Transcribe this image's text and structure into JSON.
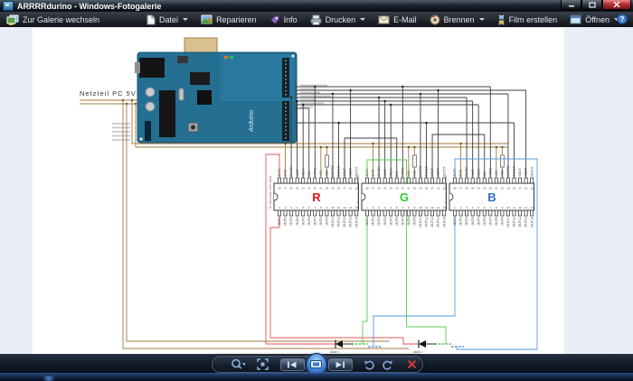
{
  "window": {
    "title": "ARRRRdurino - Windows-Fotogalerie"
  },
  "toolbar": {
    "items": [
      {
        "label": "Zur Galerie wechseln",
        "dropdown": false
      },
      {
        "label": "Datei",
        "dropdown": true
      },
      {
        "label": "Reparieren",
        "dropdown": false
      },
      {
        "label": "Info",
        "dropdown": false
      },
      {
        "label": "Drucken",
        "dropdown": true
      },
      {
        "label": "E-Mail",
        "dropdown": false
      },
      {
        "label": "Brennen",
        "dropdown": true
      },
      {
        "label": "Film erstellen",
        "dropdown": false
      },
      {
        "label": "Öffnen",
        "dropdown": true
      }
    ],
    "help_label": "?"
  },
  "schematic": {
    "power_label": "Netzteil PC 5V",
    "package_label": "NT PACKAGE (TOP VIEW)",
    "board_label": "Arduino",
    "chips": [
      {
        "letter": "R",
        "color": "#e01818"
      },
      {
        "letter": "G",
        "color": "#2ec82e"
      },
      {
        "letter": "B",
        "color": "#2e6ec8"
      }
    ],
    "top_pins": [
      "OUT0",
      "GND",
      "BLANK",
      "XLAT",
      "SCLK",
      "SIN",
      "VPRG",
      "VCC",
      "IREF",
      "DCPRG",
      "GSCLK",
      "SOUT",
      "XERR",
      "OUT15"
    ],
    "top_pin_numbers": [
      28,
      27,
      26,
      25,
      24,
      23,
      22,
      21,
      20,
      19,
      18,
      17,
      16,
      15
    ],
    "bottom_pins": [
      "OUT1",
      "OUT2",
      "OUT3",
      "OUT4",
      "OUT5",
      "OUT6",
      "OUT7",
      "OUT8",
      "OUT9",
      "OUT10",
      "OUT11",
      "OUT12",
      "OUT13",
      "OUT14"
    ],
    "bottom_pin_numbers": [
      1,
      2,
      3,
      4,
      5,
      6,
      7,
      8,
      9,
      10,
      11,
      12,
      13,
      14
    ],
    "led_modules": [
      {
        "label": "diode 1"
      },
      {
        "label": "diode 2"
      }
    ],
    "wire_colors": {
      "signal": "#3c3c3c",
      "power": "#a07a3e",
      "red": "#e05555",
      "green": "#55cc55",
      "blue": "#5599dd"
    }
  },
  "icons": {
    "zoom": "magnifier-icon",
    "fit": "actual-size-icon",
    "previous": "previous-image-icon",
    "slideshow": "play-slideshow-icon",
    "next": "next-image-icon",
    "rotate_ccw": "rotate-counterclockwise-icon",
    "rotate_cw": "rotate-clockwise-icon",
    "delete": "delete-red-x-icon"
  }
}
